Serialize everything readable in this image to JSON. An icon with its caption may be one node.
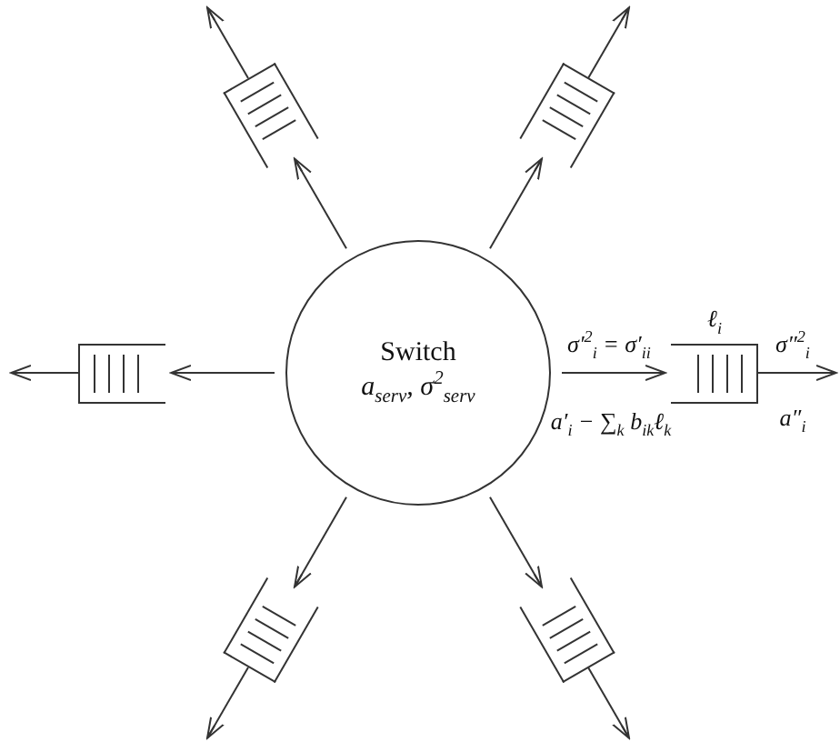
{
  "diagram": {
    "nodes": [
      {
        "text": [
          "Switch",
          "a$_{serv}$, σ$^{2}$$_{serv}$"
        ]
      },
      {
        "text": [],
        "shape": "box"
      },
      {
        "text": [],
        "shape": "box"
      },
      {
        "text": [],
        "shape": "box"
      },
      {
        "text": [],
        "shape": "box",
        "beside": [
          "ℓ$_{i}$"
        ]
      },
      {
        "text": [],
        "shape": "box"
      },
      {
        "text": [],
        "shape": "box"
      }
    ],
    "edges": [
      {
        "from": 0,
        "to": 1,
        "arrow": "to"
      },
      {
        "from": 0,
        "to": 2,
        "arrow": "to"
      },
      {
        "from": 0,
        "to": 3,
        "arrow": "to"
      },
      {
        "from": 0,
        "to": 4,
        "arrow": "to",
        "label": "σ′$^{2}$$_{i}$ = σ′$_{ii}$"
      },
      {
        "from": 0,
        "to": 5,
        "arrow": "to"
      },
      {
        "from": 0,
        "to": 6,
        "arrow": "to"
      },
      {
        "from": 1,
        "to": null,
        "arrow": "to"
      },
      {
        "from": 2,
        "to": null,
        "arrow": "to"
      },
      {
        "from": 3,
        "to": null,
        "arrow": "to"
      },
      {
        "from": 4,
        "to": null,
        "arrow": "to",
        "label": "σ″$^{2}$$_{i}$"
      },
      {
        "from": 5,
        "to": null,
        "arrow": "to"
      },
      {
        "from": 6,
        "to": null,
        "arrow": "to"
      }
    ],
    "labels": [
      "a′$_{i}$ − ∑$_{k}$ b$_{ik}$ℓ$_{k}$",
      "a″$_{i}$"
    ]
  }
}
